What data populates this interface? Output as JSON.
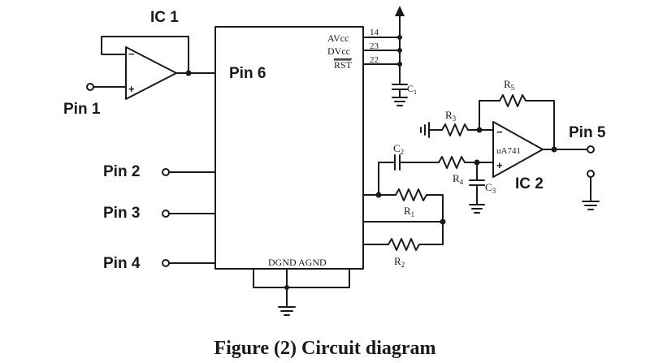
{
  "caption": "Figure (2) Circuit diagram",
  "ic1": {
    "label": "IC 1"
  },
  "ic2": {
    "label": "IC 2",
    "part": "uA741"
  },
  "main_chip": {
    "pin6_label": "Pin 6",
    "pins": [
      {
        "name": "AVcc",
        "number": "14"
      },
      {
        "name": "DVcc",
        "number": "23"
      },
      {
        "name": "RST",
        "number": "22"
      }
    ],
    "ground_labels": "DGND AGND"
  },
  "pins": {
    "pin1": "Pin 1",
    "pin2": "Pin 2",
    "pin3": "Pin 3",
    "pin4": "Pin 4",
    "pin5": "Pin 5"
  },
  "components": {
    "c1": {
      "letter": "C",
      "sub": "1"
    },
    "c2": {
      "letter": "C",
      "sub": "2"
    },
    "c3": {
      "letter": "C",
      "sub": "3"
    },
    "r1": {
      "letter": "R",
      "sub": "1"
    },
    "r2": {
      "letter": "R",
      "sub": "2"
    },
    "r3": {
      "letter": "R",
      "sub": "3"
    },
    "r4": {
      "letter": "R",
      "sub": "4"
    },
    "r5": {
      "letter": "R",
      "sub": "5"
    }
  }
}
